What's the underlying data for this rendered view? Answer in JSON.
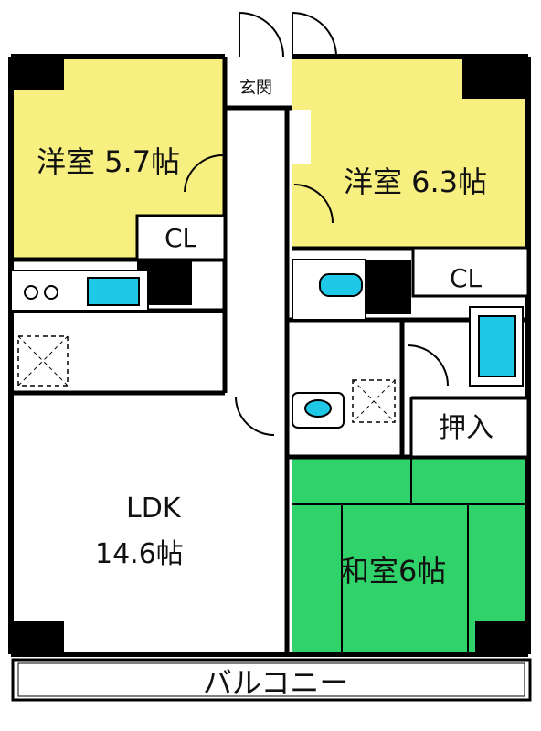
{
  "rooms": {
    "western_room_1": "洋室 5.7帖",
    "western_room_2": "洋室 6.3帖",
    "ldk_title": "LDK",
    "ldk_size": "14.6帖",
    "japanese_room": "和室6帖"
  },
  "labels": {
    "entrance": "玄関",
    "closet_1": "CL",
    "closet_2": "CL",
    "oshiire": "押入",
    "balcony": "バルコニー"
  },
  "colors": {
    "western_room": "#f7ef80",
    "japanese_room": "#2fd36a",
    "fixture": "#1ec8e6",
    "wall": "#000000"
  }
}
